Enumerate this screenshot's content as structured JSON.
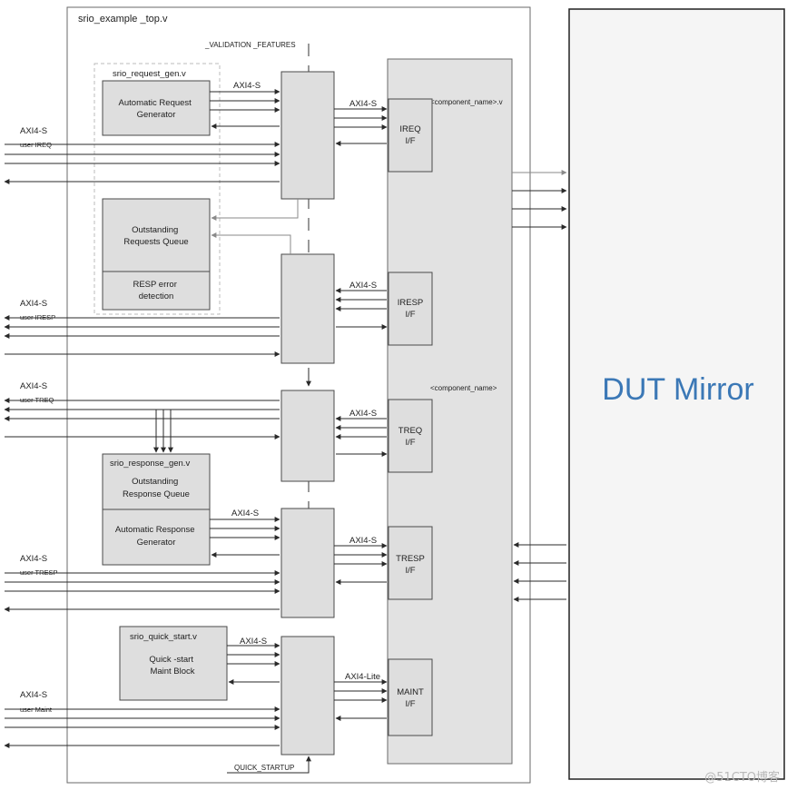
{
  "top_module": {
    "label": "srio_example _top.v"
  },
  "validation_features": "_VALIDATION  _FEATURES",
  "quick_startup": "QUICK_STARTUP",
  "request_gen": {
    "module": "srio_request_gen.v",
    "auto_request": [
      "Automatic Request",
      "Generator"
    ],
    "outstanding_requests": [
      "Outstanding",
      "Requests Queue"
    ],
    "resp_error": [
      "RESP error",
      "detection"
    ]
  },
  "response_gen": {
    "module": "srio_response_gen.v",
    "outstanding_response": [
      "Outstanding",
      "Response Queue"
    ],
    "auto_response": [
      "Automatic Response",
      "Generator"
    ]
  },
  "quick_start": {
    "module": "srio_quick_start.v",
    "block": [
      "Quick  -start",
      "Maint Block"
    ]
  },
  "component": {
    "name_v": "<component_name>.v",
    "name": "<component_name>"
  },
  "interfaces": [
    {
      "id": "ireq",
      "line1": "IREQ",
      "line2": "I/F",
      "bus": "AXI4-S"
    },
    {
      "id": "iresp",
      "line1": "IRESP",
      "line2": "I/F",
      "bus": "AXI4-S"
    },
    {
      "id": "treq",
      "line1": "TREQ",
      "line2": "I/F",
      "bus": "AXI4-S"
    },
    {
      "id": "tresp",
      "line1": "TRESP",
      "line2": "I/F",
      "bus": "AXI4-S"
    },
    {
      "id": "maint",
      "line1": "MAINT",
      "line2": "I/F",
      "bus": "AXI4-Lite"
    }
  ],
  "user_ports": [
    {
      "bus": "AXI4-S",
      "name": "user IREQ"
    },
    {
      "bus": "AXI4-S",
      "name": "user IRESP"
    },
    {
      "bus": "AXI4-S",
      "name": "user TREQ"
    },
    {
      "bus": "AXI4-S",
      "name": "user TRESP"
    },
    {
      "bus": "AXI4-S",
      "name": "user Maint"
    }
  ],
  "inner_bus_labels": {
    "request_gen": "AXI4-S",
    "response_gen": "AXI4-S",
    "quick_start": "AXI4-S"
  },
  "dut_mirror": "DUT Mirror",
  "watermark": "@51CTO博客"
}
